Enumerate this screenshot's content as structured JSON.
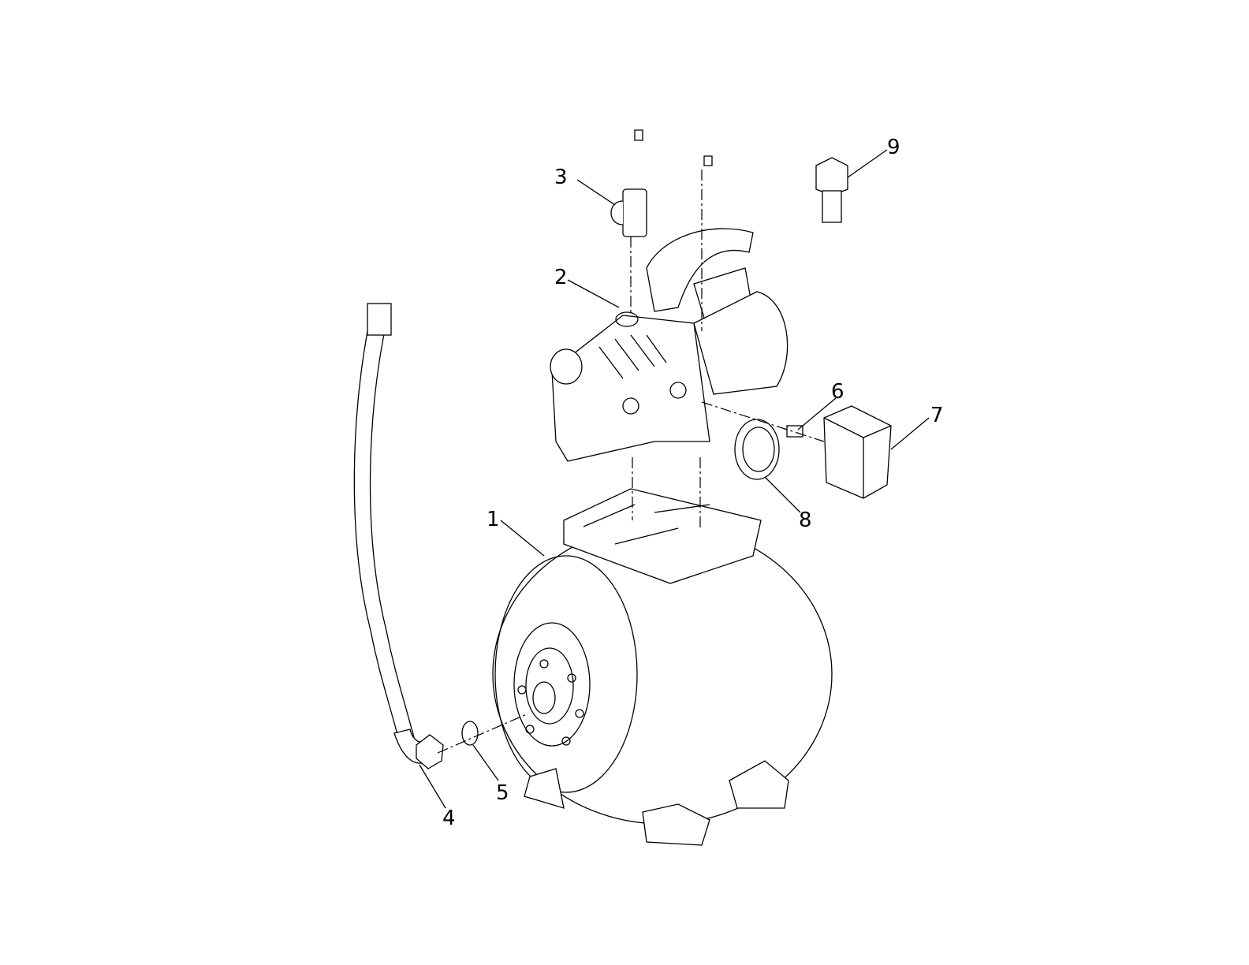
{
  "diagram": {
    "type": "exploded parts view",
    "callouts": [
      {
        "id": "1",
        "part": "pressure-tank"
      },
      {
        "id": "2",
        "part": "pump-body"
      },
      {
        "id": "3",
        "part": "check-valve"
      },
      {
        "id": "4",
        "part": "flexible-hose"
      },
      {
        "id": "5",
        "part": "o-ring"
      },
      {
        "id": "6",
        "part": "fitting"
      },
      {
        "id": "7",
        "part": "pressure-switch"
      },
      {
        "id": "8",
        "part": "pressure-gauge"
      },
      {
        "id": "9",
        "part": "adapter"
      }
    ]
  }
}
